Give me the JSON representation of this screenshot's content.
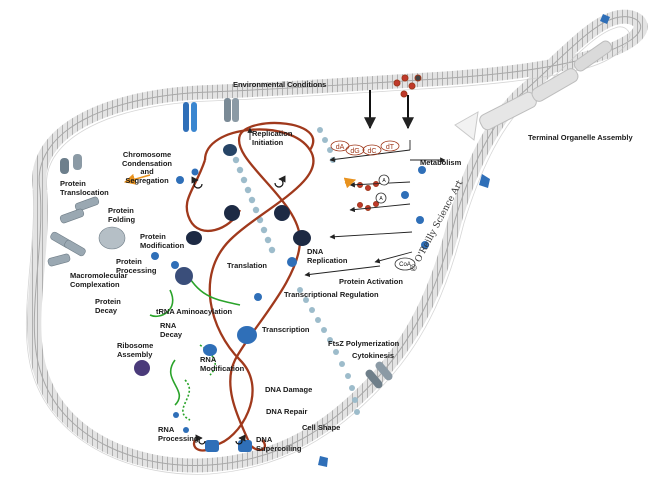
{
  "labels": {
    "environmental_conditions": "Environmental Conditions",
    "terminal_organelle_assembly": "Terminal Organelle Assembly",
    "replication_initiation": "Replication\nInitiation",
    "chromosome_condensation": "Chromosome\nCondensation\nand\nSegregation",
    "protein_translocation": "Protein\nTranslocation",
    "protein_folding": "Protein\nFolding",
    "protein_modification": "Protein\nModification",
    "protein_processing": "Protein\nProcessing",
    "macromolecular_complexation": "Macromolecular\nComplexation",
    "protein_decay": "Protein\nDecay",
    "translation": "Translation",
    "trna_aminoacylation": "tRNA Aminoacylation",
    "rna_decay": "RNA\nDecay",
    "ribosome_assembly": "Ribosome\nAssembly",
    "rna_modification": "RNA\nModification",
    "transcription": "Transcription",
    "rna_processing": "RNA\nProcessing",
    "dna_supercoiling": "DNA\nSupercoiling",
    "dna_damage": "DNA Damage",
    "dna_repair": "DNA Repair",
    "cell_shape": "Cell Shape",
    "ftsz_polymerization": "FtsZ Polymerization",
    "cytokinesis": "Cytokinesis",
    "protein_activation": "Protein Activation",
    "transcriptional_regulation": "Transcriptional Regulation",
    "dna_replication": "DNA\nReplication",
    "metabolism": "Metabolism"
  },
  "nucleotides": [
    "dA",
    "dG",
    "dC",
    "dT"
  ],
  "cofactors": [
    "ATP",
    "ADP",
    "CoA"
  ],
  "credit": "© O'Reilly Science Art",
  "colors": {
    "membrane": "#b9b9b9",
    "dna": "#a0391c",
    "rna": "#2aa32a",
    "protein_dark": "#1d2a44",
    "protein_blue": "#2f6fb8",
    "ftsz": "#8fb3c4",
    "highlight_arrow": "#e8921e"
  }
}
